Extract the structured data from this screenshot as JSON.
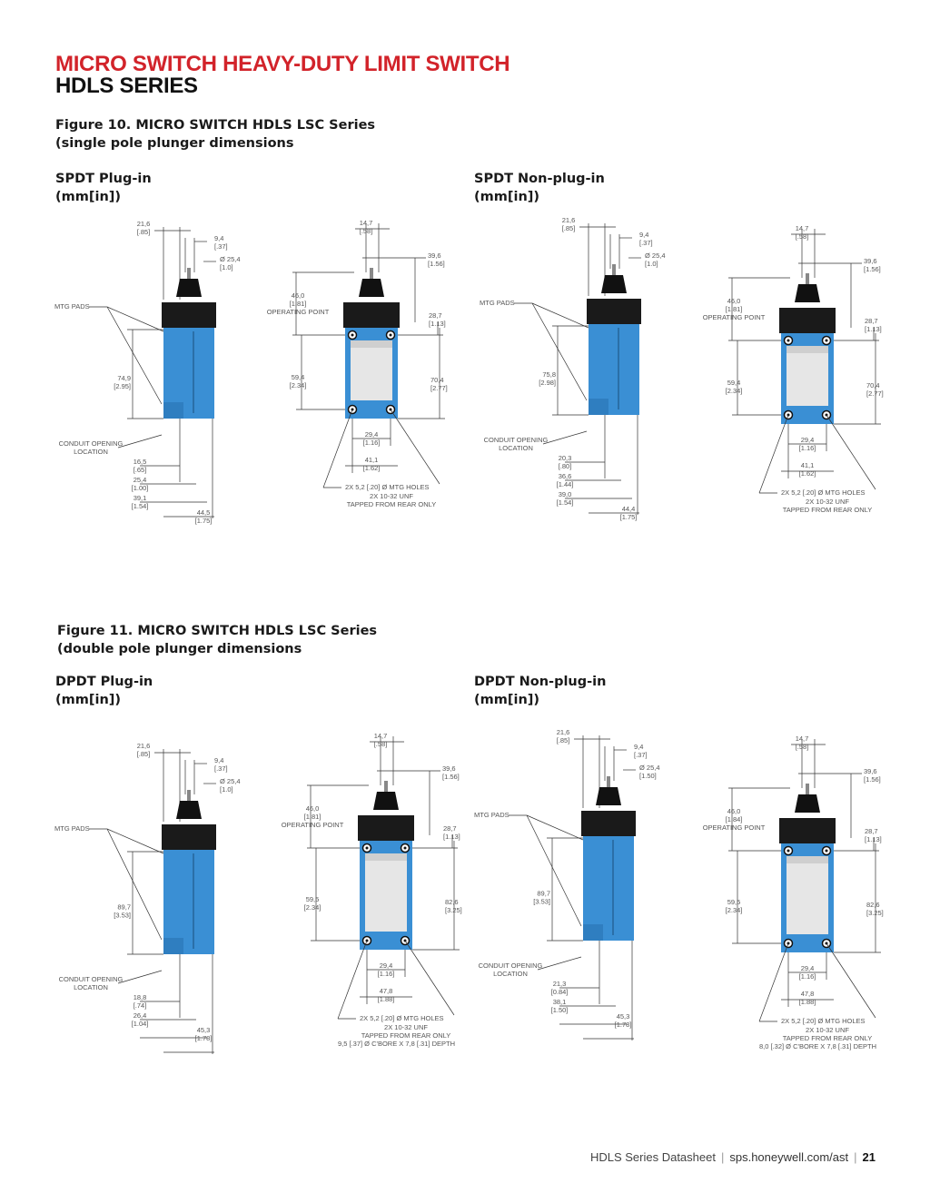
{
  "header": {
    "title_line1": "MICRO SWITCH HEAVY-DUTY LIMIT SWITCH",
    "title_line2": "HDLS SERIES"
  },
  "figure10": {
    "caption_line1": "Figure 10. MICRO SWITCH HDLS LSC Series",
    "caption_line2": "(single pole plunger dimensions",
    "left": {
      "title": "SPDT Plug-in",
      "unit": "(mm[in])",
      "side": {
        "d1": "21,6",
        "d1i": "[.85]",
        "d2": "9,4",
        "d2i": "[.37]",
        "d3": "Ø 25,4",
        "d3i": "[1.0]",
        "mtg": "MTG PADS",
        "h": "74,9",
        "hi": "[2.95]",
        "co1": "CONDUIT OPENING",
        "co2": "LOCATION",
        "b1": "16,5",
        "b1i": "[.65]",
        "b2": "25,4",
        "b2i": "[1.00]",
        "b3": "39,1",
        "b3i": "[1.54]",
        "w": "44,5",
        "wi": "[1.75]"
      },
      "front": {
        "t1": "14,7",
        "t1i": "[.58]",
        "t2": "39,6",
        "t2i": "[1.56]",
        "op": "46,0",
        "opi": "[1.81]",
        "opl": "OPERATING POINT",
        "r1": "28,7",
        "r1i": "[1.13]",
        "l1": "59,4",
        "l1i": "[2.34]",
        "r2": "70,4",
        "r2i": "[2.77]",
        "b1": "29,4",
        "b1i": "[1.16]",
        "b2": "41,1",
        "b2i": "[1.62]",
        "n1": "2X 5,2 [.20] Ø MTG HOLES",
        "n2": "2X 10-32 UNF",
        "n3": "TAPPED FROM REAR ONLY",
        "n4": ""
      }
    },
    "right": {
      "title": "SPDT Non-plug-in",
      "unit": "(mm[in])",
      "side": {
        "d1": "21,6",
        "d1i": "[.85]",
        "d2": "9,4",
        "d2i": "[.37]",
        "d3": "Ø 25,4",
        "d3i": "[1.0]",
        "mtg": "MTG PADS",
        "h": "75,8",
        "hi": "[2.98]",
        "co1": "CONDUIT OPENING",
        "co2": "LOCATION",
        "b1": "20,3",
        "b1i": "[.80]",
        "b2": "36,6",
        "b2i": "[1.44]",
        "b3": "39,0",
        "b3i": "[1.54]",
        "w": "44,4",
        "wi": "[1.75]"
      },
      "front": {
        "t1": "14,7",
        "t1i": "[.58]",
        "t2": "39,6",
        "t2i": "[1.56]",
        "op": "46,0",
        "opi": "[1.81]",
        "opl": "OPERATING POINT",
        "r1": "28,7",
        "r1i": "[1.13]",
        "l1": "59,4",
        "l1i": "[2.34]",
        "r2": "70,4",
        "r2i": "[2.77]",
        "b1": "29,4",
        "b1i": "[1.16]",
        "b2": "41,1",
        "b2i": "[1.62]",
        "n1": "2X 5,2 [.20] Ø MTG HOLES",
        "n2": "2X 10-32 UNF",
        "n3": "TAPPED FROM REAR ONLY",
        "n4": ""
      }
    }
  },
  "figure11": {
    "caption_line1": "Figure 11. MICRO SWITCH HDLS LSC Series",
    "caption_line2": "(double pole plunger dimensions",
    "left": {
      "title": "DPDT Plug-in",
      "unit": "(mm[in])",
      "side": {
        "d1": "21,6",
        "d1i": "[.85]",
        "d2": "9,4",
        "d2i": "[.37]",
        "d3": "Ø 25,4",
        "d3i": "[1.0]",
        "mtg": "MTG PADS",
        "h": "89,7",
        "hi": "[3.53]",
        "co1": "CONDUIT OPENING",
        "co2": "LOCATION",
        "b1": "18,8",
        "b1i": "[.74]",
        "b2": "26,4",
        "b2i": "[1.04]",
        "b3": "",
        "b3i": "",
        "w": "45,3",
        "wi": "[1.78]"
      },
      "front": {
        "t1": "14,7",
        "t1i": "[.58]",
        "t2": "39,6",
        "t2i": "[1.56]",
        "op": "46,0",
        "opi": "[1.81]",
        "opl": "OPERATING POINT",
        "r1": "28,7",
        "r1i": "[1.13]",
        "l1": "59,5",
        "l1i": "[2.34]",
        "r2": "82,6",
        "r2i": "[3.25]",
        "b1": "29,4",
        "b1i": "[1.16]",
        "b2": "47,8",
        "b2i": "[1.88]",
        "n1": "2X 5,2 [.20] Ø MTG HOLES",
        "n2": "2X 10-32 UNF",
        "n3": "TAPPED FROM REAR ONLY",
        "n4": "9,5 [.37] Ø C'BORE X 7,8 [.31] DEPTH"
      }
    },
    "right": {
      "title": "DPDT Non-plug-in",
      "unit": "(mm[in])",
      "side": {
        "d1": "21,6",
        "d1i": "[.85]",
        "d2": "9,4",
        "d2i": "[.37]",
        "d3": "Ø 25,4",
        "d3i": "[1.50]",
        "mtg": "MTG PADS",
        "h": "89,7",
        "hi": "[3.53]",
        "co1": "CONDUIT OPENING",
        "co2": "LOCATION",
        "b1": "21,3",
        "b1i": "[0.84]",
        "b2": "38,1",
        "b2i": "[1.50]",
        "b3": "",
        "b3i": "",
        "w": "45,3",
        "wi": "[1.78]"
      },
      "front": {
        "t1": "14,7",
        "t1i": "[.58]",
        "t2": "39,6",
        "t2i": "[1.56]",
        "op": "46,0",
        "opi": "[1.84]",
        "opl": "OPERATING POINT",
        "r1": "28,7",
        "r1i": "[1.13]",
        "l1": "59,5",
        "l1i": "[2.34]",
        "r2": "82,6",
        "r2i": "[3.25]",
        "b1": "29,4",
        "b1i": "[1.16]",
        "b2": "47,8",
        "b2i": "[1.88]",
        "n1": "2X 5,2 [.20]  Ø MTG HOLES",
        "n2": "2X 10-32 UNF",
        "n3": "TAPPED FROM REAR ONLY",
        "n4": "8,0 [.32] Ø C'BORE X 7,8 [.31] DEPTH"
      }
    }
  },
  "footer": {
    "doc": "HDLS Series Datasheet",
    "separator": "|",
    "url": "sps.honeywell.com/ast",
    "page": "21"
  },
  "colors": {
    "brand_red": "#d2232a",
    "switch_blue": "#3a8fd4",
    "switch_cap": "#1a1a1a"
  }
}
